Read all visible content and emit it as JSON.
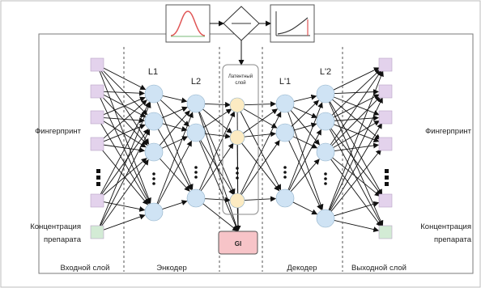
{
  "layers": {
    "l1": "L1",
    "l2": "L2",
    "l1p": "L'1",
    "l2p": "L'2"
  },
  "latent_label": "Латентный слой",
  "gi_label": "GI",
  "left_labels": {
    "fingerprint": "Фингерпринт",
    "concentration_line1": "Концентрация",
    "concentration_line2": "препарата"
  },
  "right_labels": {
    "fingerprint": "Фингерпринт",
    "concentration_line1": "Концентрация",
    "concentration_line2": "препарата"
  },
  "sections": {
    "input": "Входной слой",
    "encoder": "Энкодер",
    "decoder": "Декодер",
    "output": "Выходной слой"
  },
  "colors": {
    "input_square": "#e3d2ec",
    "concentration_square": "#d3ebd5",
    "neuron": "#cfe3f4",
    "latent_node": "#fcebc2",
    "gi_box": "#f7c4c8",
    "gaussian_curve": "#e05555"
  }
}
